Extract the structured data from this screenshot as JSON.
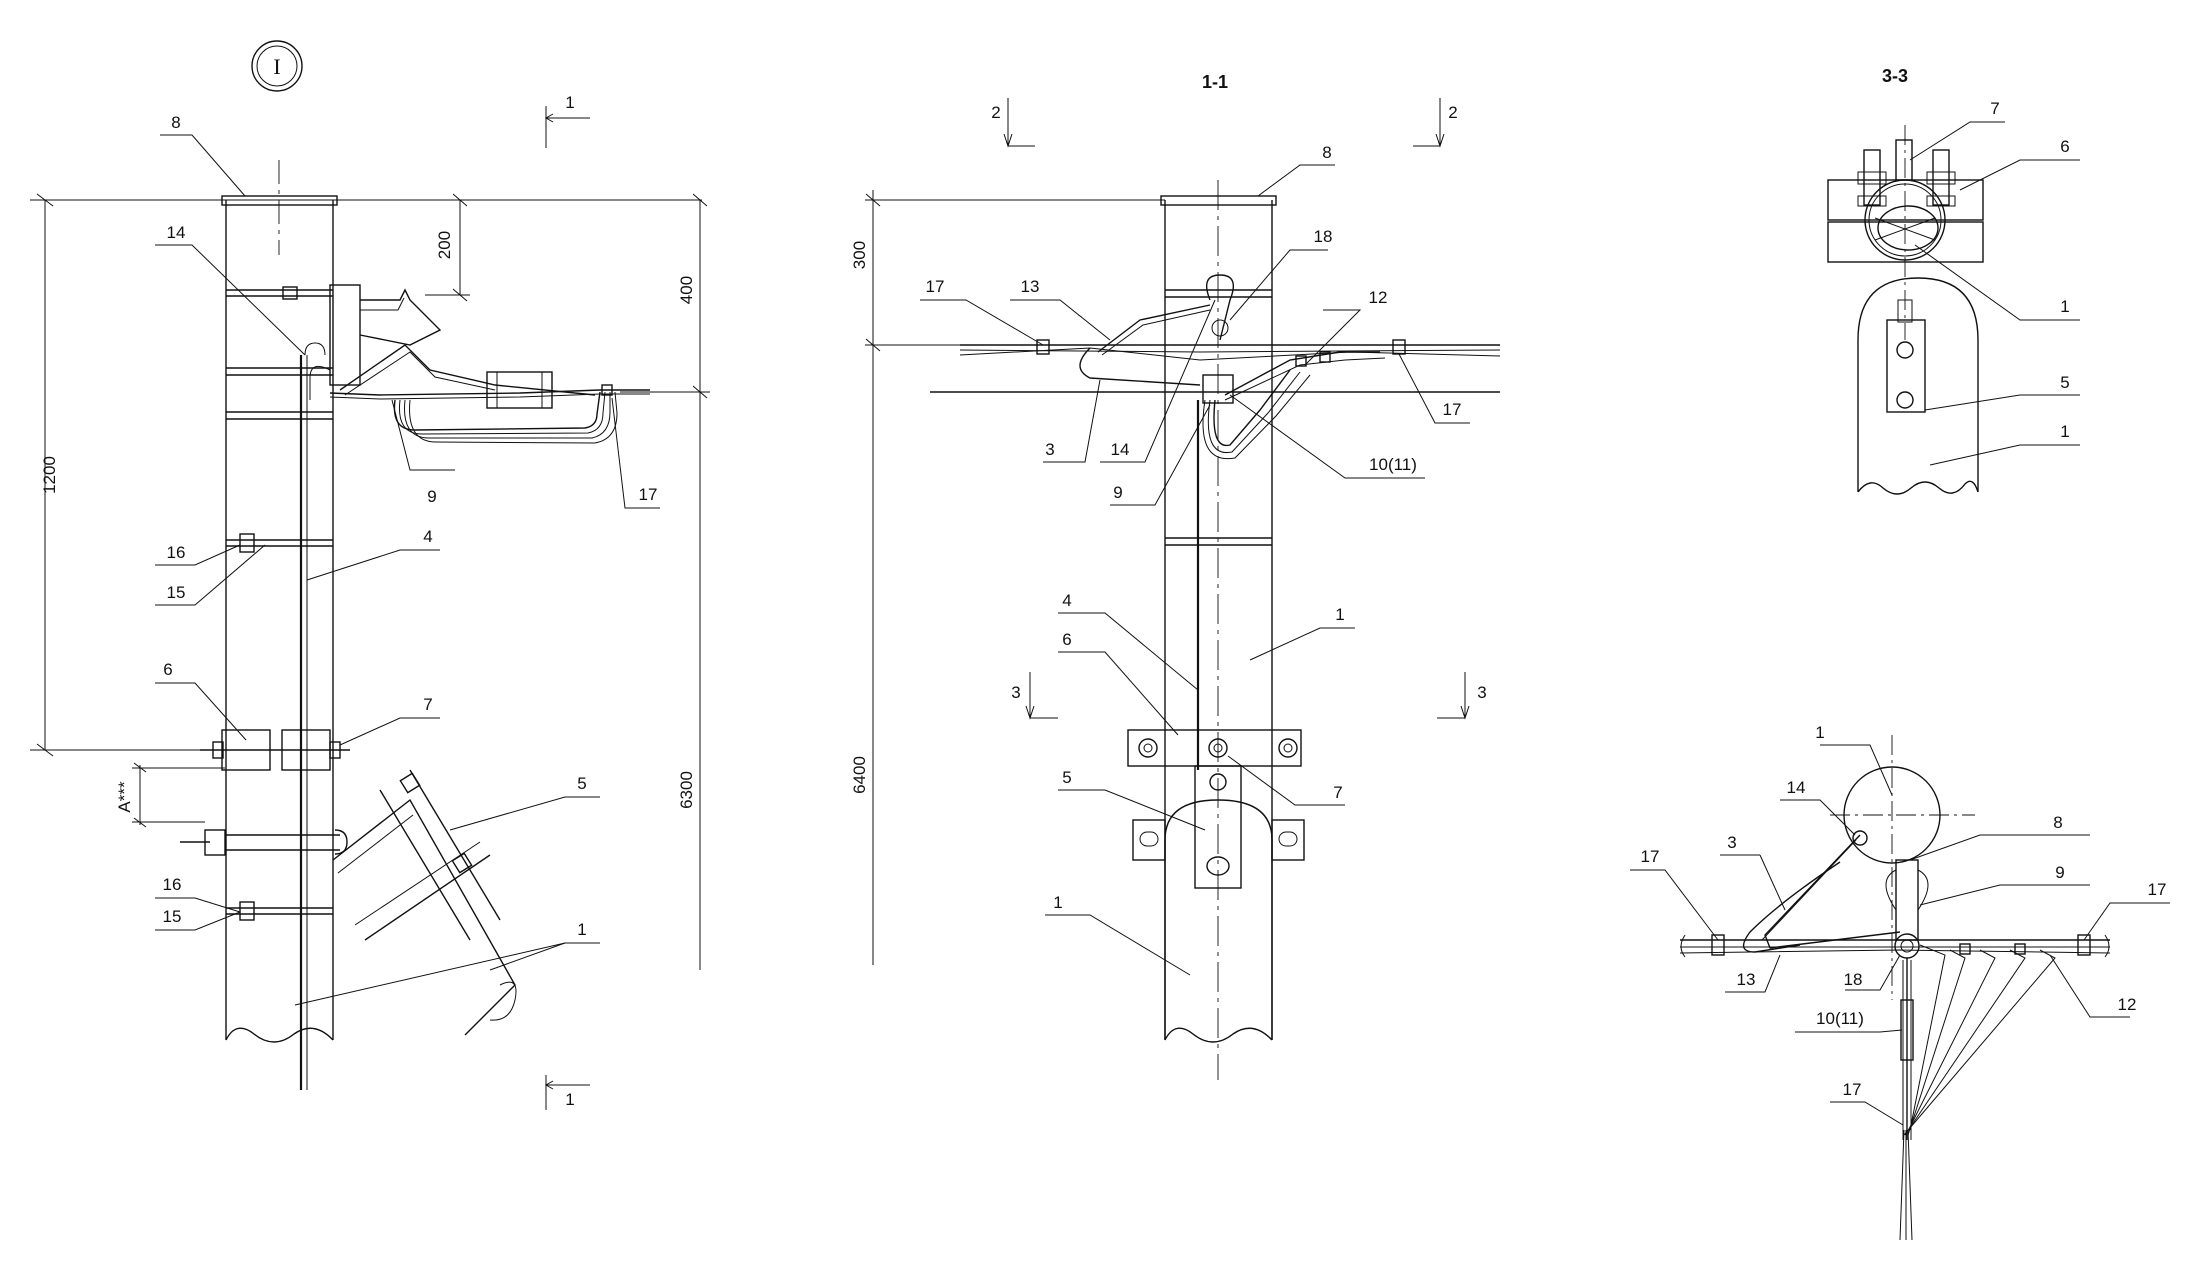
{
  "circle_mark": "I",
  "sections": {
    "s11": "1-1",
    "s33": "3-3"
  },
  "cuts": {
    "c1": "1",
    "c2": "2",
    "c3": "3"
  },
  "dims": {
    "d1200": "1200",
    "d200": "200",
    "d400": "400",
    "d6300": "6300",
    "d300": "300",
    "d6400": "6400",
    "dA": "A***"
  },
  "labels": {
    "l1": "1",
    "l3": "3",
    "l4": "4",
    "l5": "5",
    "l6": "6",
    "l7": "7",
    "l8": "8",
    "l9": "9",
    "l1011": "10(11)",
    "l12": "12",
    "l13": "13",
    "l14": "14",
    "l15": "15",
    "l16": "16",
    "l17": "17",
    "l18": "18"
  }
}
